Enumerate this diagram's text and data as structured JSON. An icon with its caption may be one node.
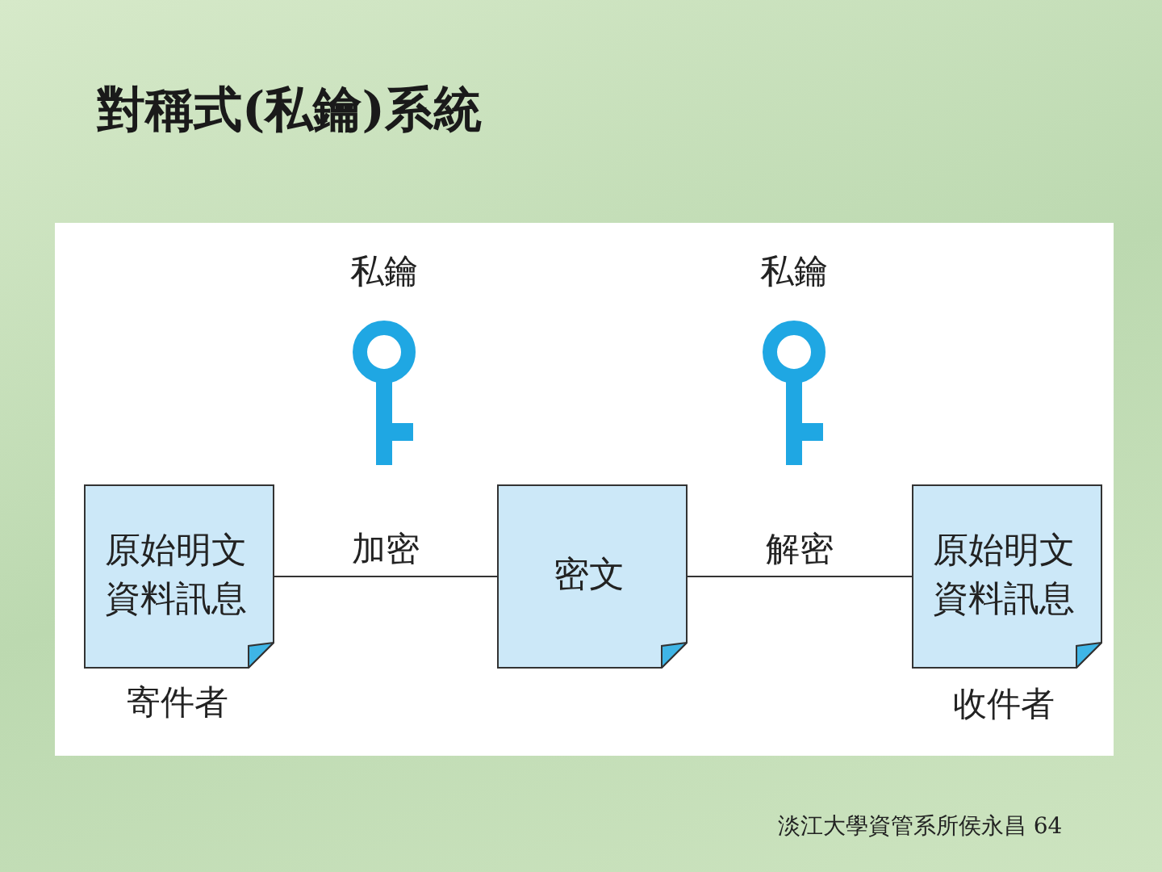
{
  "diagram": {
    "title": "對稱式(私鑰)系統",
    "nodes": [
      {
        "text": [
          "原始明文資料訊息"
        ],
        "beside": [
          "寄件者"
        ]
      },
      {
        "text": [
          "密文"
        ]
      },
      {
        "text": [
          "原始明文資料訊息"
        ],
        "beside": [
          "收件者"
        ]
      }
    ],
    "edges": [
      {
        "from": 0,
        "to": 1,
        "arrow": "none",
        "label": "加密"
      },
      {
        "from": 1,
        "to": 2,
        "arrow": "none",
        "label": "解密"
      }
    ],
    "labels": [
      "私鑰",
      "私鑰",
      "淡江大學資管系所侯永昌 64"
    ]
  }
}
